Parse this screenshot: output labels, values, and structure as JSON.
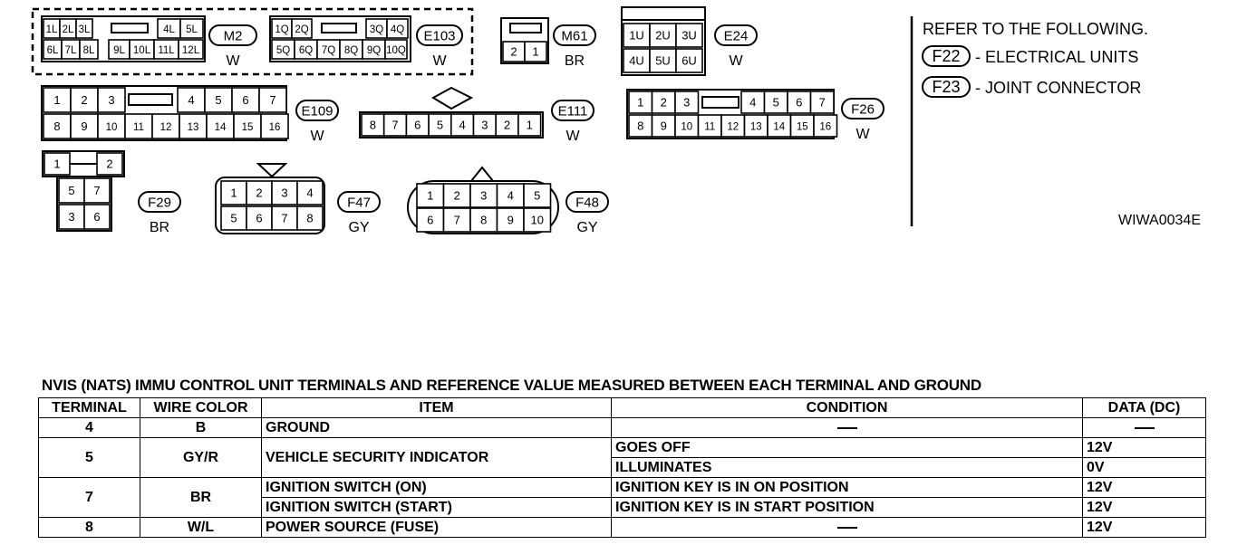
{
  "connectors": [
    {
      "id": "M2",
      "color": "W",
      "terminals": [
        "1L",
        "2L",
        "3L",
        "4L",
        "5L",
        "6L",
        "7L",
        "8L",
        "9L",
        "10L",
        "11L",
        "12L"
      ]
    },
    {
      "id": "E103",
      "color": "W",
      "terminals": [
        "1Q",
        "2Q",
        "3Q",
        "4Q",
        "5Q",
        "6Q",
        "7Q",
        "8Q",
        "9Q",
        "10Q"
      ]
    },
    {
      "id": "M61",
      "color": "BR",
      "terminals": [
        "2",
        "1"
      ]
    },
    {
      "id": "E24",
      "color": "W",
      "terminals": [
        "1U",
        "2U",
        "3U",
        "4U",
        "5U",
        "6U"
      ]
    },
    {
      "id": "E109",
      "color": "W",
      "terminals": [
        "1",
        "2",
        "3",
        "4",
        "5",
        "6",
        "7",
        "8",
        "9",
        "10",
        "11",
        "12",
        "13",
        "14",
        "15",
        "16"
      ]
    },
    {
      "id": "E111",
      "color": "W",
      "terminals": [
        "8",
        "7",
        "6",
        "5",
        "4",
        "3",
        "2",
        "1"
      ]
    },
    {
      "id": "F26",
      "color": "W",
      "terminals": [
        "1",
        "2",
        "3",
        "4",
        "5",
        "6",
        "7",
        "8",
        "9",
        "10",
        "11",
        "12",
        "13",
        "14",
        "15",
        "16"
      ]
    },
    {
      "id": "F29",
      "color": "BR",
      "terminals": [
        "1",
        "2",
        "5",
        "7",
        "3",
        "6"
      ]
    },
    {
      "id": "F47",
      "color": "GY",
      "terminals": [
        "1",
        "2",
        "3",
        "4",
        "5",
        "6",
        "7",
        "8"
      ]
    },
    {
      "id": "F48",
      "color": "GY",
      "terminals": [
        "1",
        "2",
        "3",
        "4",
        "5",
        "6",
        "7",
        "8",
        "9",
        "10"
      ]
    }
  ],
  "reference": {
    "title": "REFER TO THE FOLLOWING.",
    "items": [
      {
        "id": "F22",
        "text": "- ELECTRICAL UNITS"
      },
      {
        "id": "F23",
        "text": "- JOINT CONNECTOR"
      }
    ]
  },
  "diagram_code": "WIWA0034E",
  "table": {
    "title": "NVIS (NATS) IMMU CONTROL UNIT TERMINALS AND REFERENCE VALUE MEASURED BETWEEN EACH TERMINAL AND GROUND",
    "headers": [
      "TERMINAL",
      "WIRE COLOR",
      "ITEM",
      "CONDITION",
      "DATA (DC)"
    ],
    "rows": [
      {
        "terminal": "4",
        "wire_color": "B",
        "item": "GROUND",
        "condition": "",
        "data": ""
      },
      {
        "terminal": "5",
        "wire_color": "GY/R",
        "item": "VEHICLE SECURITY INDICATOR",
        "condition_1": "GOES OFF",
        "data_1": "12V",
        "condition_2": "ILLUMINATES",
        "data_2": "0V"
      },
      {
        "terminal": "7",
        "wire_color": "BR",
        "item_1": "IGNITION SWITCH (ON)",
        "condition_1": "IGNITION KEY IS IN ON POSITION",
        "data_1": "12V",
        "item_2": "IGNITION SWITCH (START)",
        "condition_2": "IGNITION KEY IS IN  START POSITION",
        "data_2": "12V"
      },
      {
        "terminal": "8",
        "wire_color": "W/L",
        "item": "POWER SOURCE (FUSE)",
        "condition": "",
        "data": "12V"
      }
    ]
  }
}
